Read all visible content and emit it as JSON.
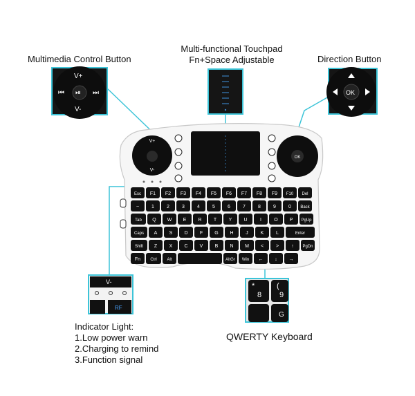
{
  "labels": {
    "multimedia": "Multimedia Control Button",
    "touchpad_line1": "Multi-functional Touchpad",
    "touchpad_line2": "Fn+Space Adjustable",
    "direction": "Direction Button",
    "qwerty": "QWERTY Keyboard"
  },
  "indicator": {
    "title": "Indicator Light:",
    "items": [
      "1.Low power warn",
      "2.Charging to remind",
      "3.Function signal"
    ]
  },
  "multimedia_keys": {
    "vol_up": "V+",
    "vol_down": "V-",
    "prev": "⏮",
    "play": "⏯",
    "next": "⏭"
  },
  "direction_keys": {
    "ok": "OK"
  },
  "qwerty_callout": {
    "k1": "*",
    "k1b": "8",
    "k2": "(",
    "k2b": "9",
    "k3": "G"
  },
  "indicator_callout": {
    "v": "V-",
    "rf": "RF"
  },
  "keyboard_rows": [
    [
      "Esc",
      "F1",
      "F2",
      "F3",
      "F4",
      "F5",
      "F6",
      "F7",
      "F8",
      "F9",
      "F10",
      "Del"
    ],
    [
      "~",
      "1",
      "2",
      "3",
      "4",
      "5",
      "6",
      "7",
      "8",
      "9",
      "0",
      "Back"
    ],
    [
      "Tab",
      "Q",
      "W",
      "E",
      "R",
      "T",
      "Y",
      "U",
      "I",
      "O",
      "P",
      "PgUp"
    ],
    [
      "Caps",
      "A",
      "S",
      "D",
      "F",
      "G",
      "H",
      "J",
      "K",
      "L",
      "Enter"
    ],
    [
      "Shift",
      "Z",
      "X",
      "C",
      "V",
      "B",
      "N",
      "M",
      "<",
      ">",
      "↑",
      "PgDn"
    ],
    [
      "Fn",
      "Ctrl",
      "Alt",
      "",
      "AltGr",
      "Win",
      "←",
      "↓",
      "→"
    ]
  ],
  "colors": {
    "accent": "#3cc4d8",
    "key": "#111111",
    "body": "#f4f4f4"
  }
}
